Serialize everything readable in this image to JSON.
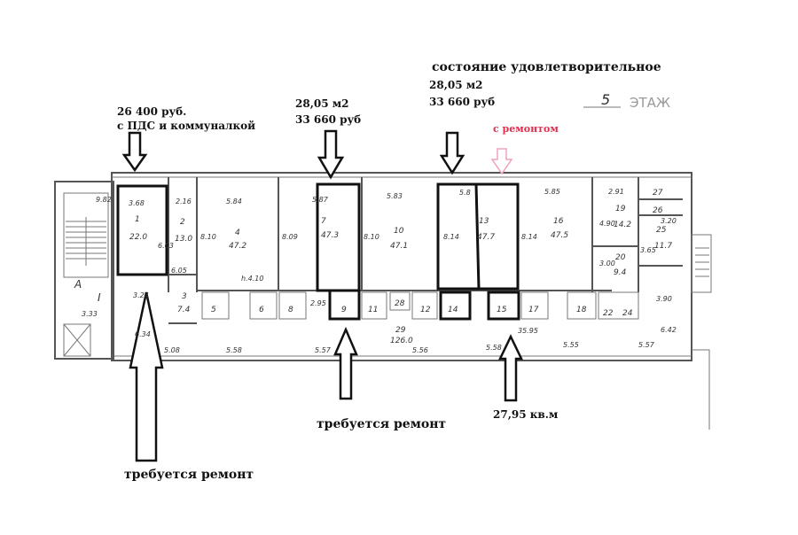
{
  "annotations": {
    "condition": "состояние удовлетворительное",
    "left_price": "26 400 руб.",
    "left_price_note": "с ПДС и коммуналкой",
    "mid_area": "28,05 м2",
    "mid_price": "33 660 руб",
    "right_area": "28,05 м2",
    "right_price": "33 660 руб",
    "with_repair": "с ремонтом",
    "repair_needed_center": "требуется ремонт",
    "repair_needed_left": "требуется ремонт",
    "bottom_area": "27,95 кв.м",
    "floor_number": "5",
    "floor_label": "ЭТАЖ"
  },
  "colors": {
    "accent_red": "#e03050",
    "pink_arrow": "#f0a0c0"
  },
  "rooms": [
    {
      "id": "1",
      "area": "22.0"
    },
    {
      "id": "2",
      "area": "13.0"
    },
    {
      "id": "3",
      "area": "7.4"
    },
    {
      "id": "4",
      "area": "47.2"
    },
    {
      "id": "7",
      "area": "47.3"
    },
    {
      "id": "10",
      "area": "47.1"
    },
    {
      "id": "13",
      "area": "47.7"
    },
    {
      "id": "16",
      "area": "47.5"
    },
    {
      "id": "19",
      "area": "14.2"
    },
    {
      "id": "20",
      "area": "9.4"
    },
    {
      "id": "25",
      "area": "11.7"
    },
    {
      "id": "29",
      "area": "126.0"
    }
  ],
  "small_rooms": [
    "5",
    "6",
    "8",
    "9",
    "11",
    "28",
    "12",
    "14",
    "15",
    "17",
    "18",
    "22",
    "24",
    "26",
    "27",
    "А",
    "I"
  ],
  "dimensions": [
    "3.68",
    "6.03",
    "2.16",
    "6.05",
    "5.84",
    "8.10",
    "8.09",
    "5.87",
    "8.10",
    "5.83",
    "5.8",
    "8.14",
    "8.14",
    "5.85",
    "2.91",
    "4.90",
    "3.00",
    "3.20",
    "3.65",
    "3.90",
    "6.42",
    "3.33",
    "3.24",
    "6.34",
    "5.08",
    "5.58",
    "5.57",
    "5.56",
    "5.58",
    "5.55",
    "5.57",
    "35.95",
    "h.4.10",
    "2.95",
    "9.82"
  ]
}
